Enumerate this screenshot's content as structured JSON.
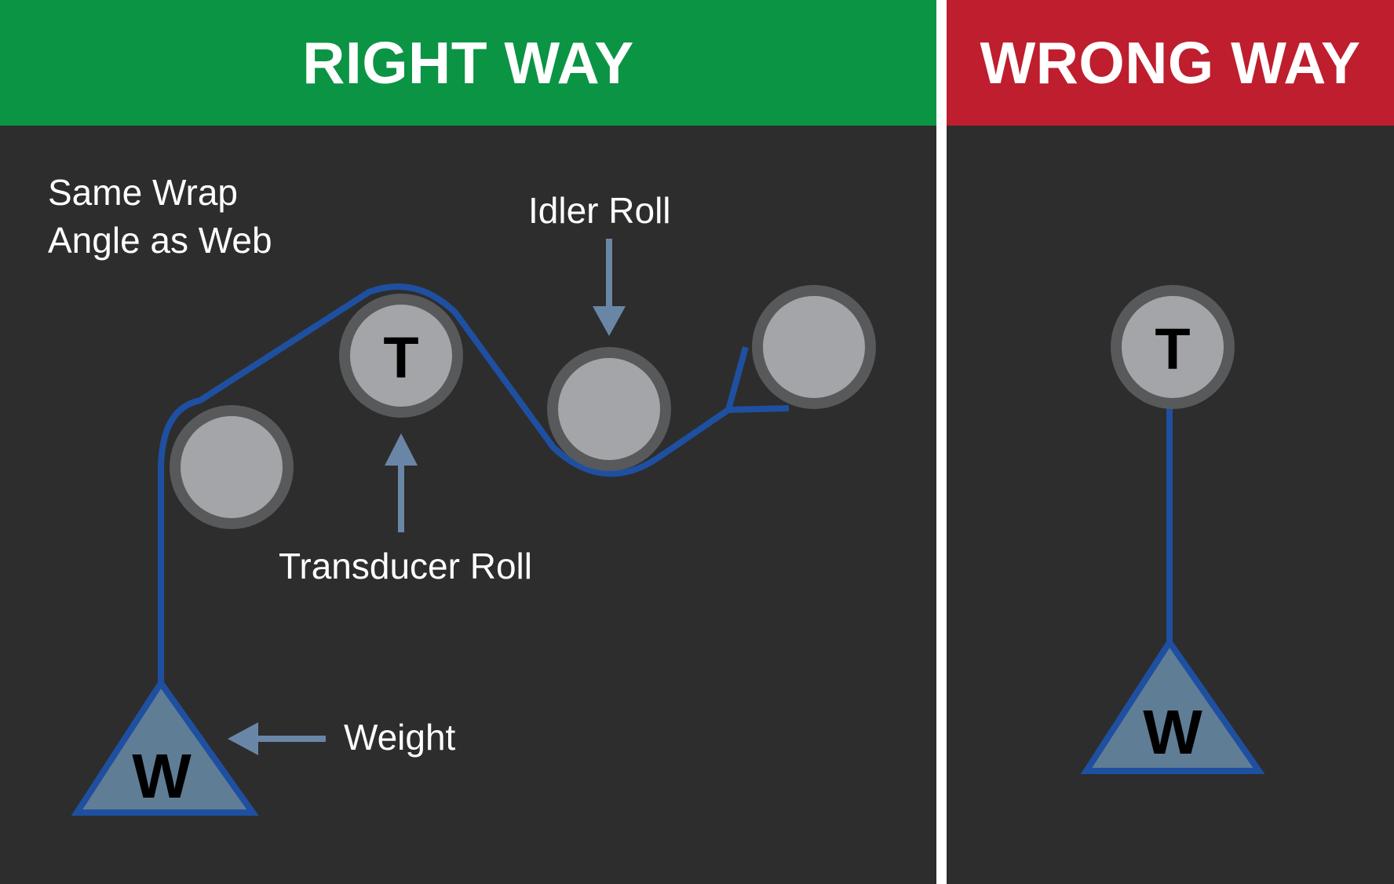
{
  "panels": {
    "right": {
      "title": "RIGHT WAY",
      "color": "#0b9444"
    },
    "wrong": {
      "title": "WRONG WAY",
      "color": "#be1e2d"
    }
  },
  "labels": {
    "same_wrap_line1": "Same Wrap",
    "same_wrap_line2": "Angle as Web",
    "idler_roll": "Idler Roll",
    "transducer_roll": "Transducer Roll",
    "weight": "Weight"
  },
  "roll_letters": {
    "transducer": "T",
    "weight": "W"
  },
  "colors": {
    "background": "#2d2d2d",
    "web_line": "#1f4fa0",
    "roll_fill": "#a4a5a8",
    "roll_rim": "#58595b",
    "arrow": "#6a86a6",
    "weight_fill": "#607d96"
  },
  "icons": {
    "roll": "circle-roll-icon",
    "weight": "triangle-weight-icon",
    "arrow": "arrow-icon"
  }
}
